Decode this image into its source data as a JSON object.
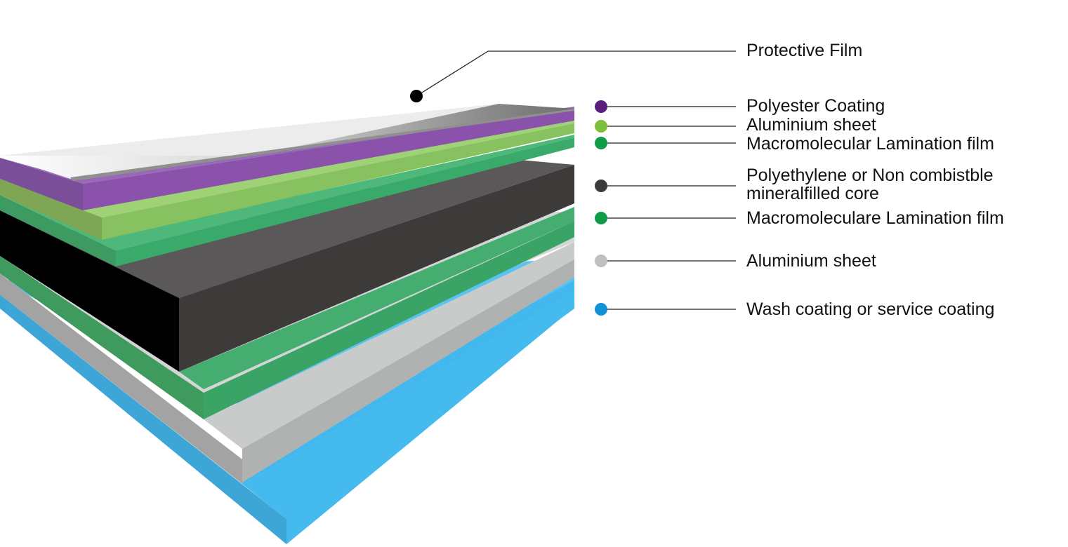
{
  "layers": [
    {
      "label": "Protective Film",
      "color": "#000000"
    },
    {
      "label": "Polyester Coating",
      "color": "#5b1e7c"
    },
    {
      "label": "Aluminium sheet",
      "color": "#7bbf3a"
    },
    {
      "label": "Macromolecular Lamination film",
      "color": "#0e9c49"
    },
    {
      "label_line1": "Polyethylene or Non combistble",
      "label_line2": "mineralfilled core",
      "color": "#3d3a3a"
    },
    {
      "label": "Macromoleculare Lamination film",
      "color": "#0e9c49"
    },
    {
      "label": "Aluminium sheet",
      "color": "#bfbfbf"
    },
    {
      "label": "Wash coating or service coating",
      "color": "#1192d8"
    }
  ]
}
